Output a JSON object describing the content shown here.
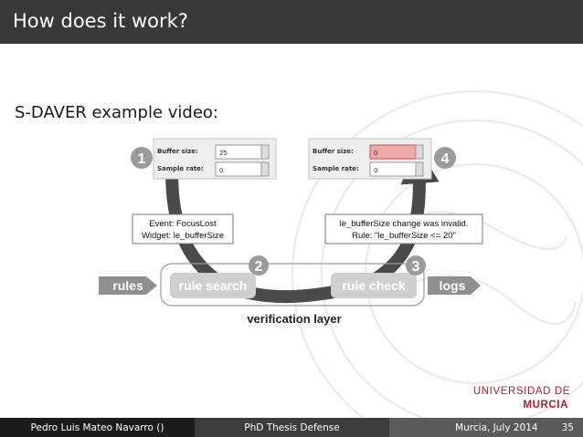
{
  "slide": {
    "title": "How does it work?",
    "heading": "S-DAVER example video:"
  },
  "diagram": {
    "step1": "1",
    "step2": "2",
    "step3": "3",
    "step4": "4",
    "left_panel": {
      "row1_label": "Buffer size:",
      "row1_value": "25",
      "row2_label": "Sample rate:",
      "row2_value": "0"
    },
    "right_panel": {
      "row1_label": "Buffer size:",
      "row1_value": "0",
      "row2_label": "Sample rate:",
      "row2_value": "0"
    },
    "event_line1": "Event: FocusLost",
    "event_line2": "Widget: le_bufferSize",
    "error_line1": "le_bufferSize change was invalid.",
    "error_line2": "Rule: \"le_bufferSize <= 20\"",
    "rules": "rules",
    "rule_search": "rule search",
    "rule_check": "rule check",
    "logs": "logs",
    "layer_label": "verification layer"
  },
  "logo": {
    "line1": "UNIVERSIDAD DE",
    "line2": "MURCIA"
  },
  "footer": {
    "author": "Pedro Luis Mateo Navarro  ()",
    "event": "PhD Thesis Defense",
    "date": "Murcia, July 2014",
    "page": "35"
  },
  "colors": {
    "title_bar": "#383838",
    "arrow": "#4a4a4a",
    "box": "#cfcfcf",
    "invalid_field": "#f2a7a7",
    "logo": "#a8232c"
  }
}
